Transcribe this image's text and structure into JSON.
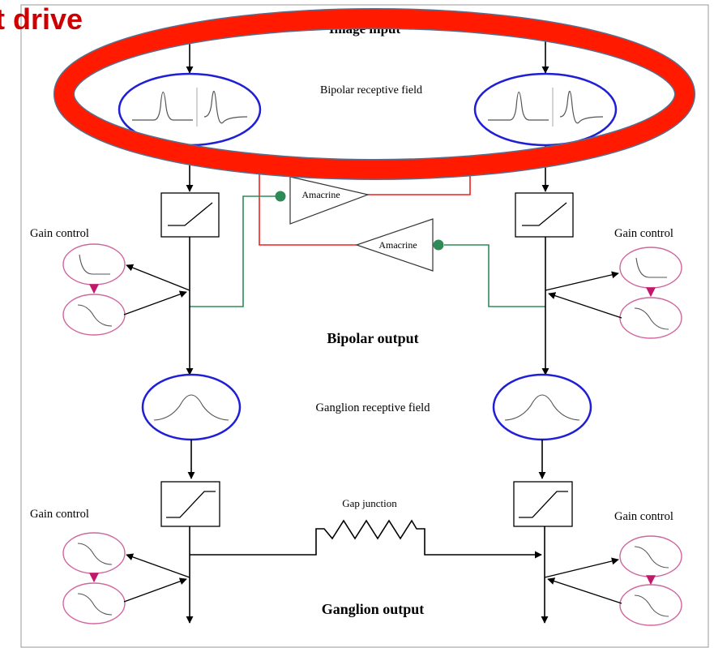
{
  "overlay_title": "t drive",
  "labels": {
    "image_input": "Image input",
    "bipolar_rf": "Bipolar receptive field",
    "amacrine_left": "Amacrine",
    "amacrine_right": "Amacrine",
    "gain_control_tl": "Gain control",
    "gain_control_tr": "Gain control",
    "bipolar_output": "Bipolar output",
    "ganglion_rf": "Ganglion receptive field",
    "gap_junction": "Gap junction",
    "gain_control_bl": "Gain control",
    "gain_control_br": "Gain control",
    "ganglion_output": "Ganglion output"
  },
  "colors": {
    "overlay_title": "#cc0000",
    "highlight_ring": "#ff1a00",
    "receptive_field": "#1f1fd6",
    "gain_control": "#d0669e",
    "gain_arrow": "#c2186b",
    "inhibitory_path": "#ee2020",
    "excitatory_path": "#2e8b57",
    "amacrine_dot": "#2e8b57"
  }
}
